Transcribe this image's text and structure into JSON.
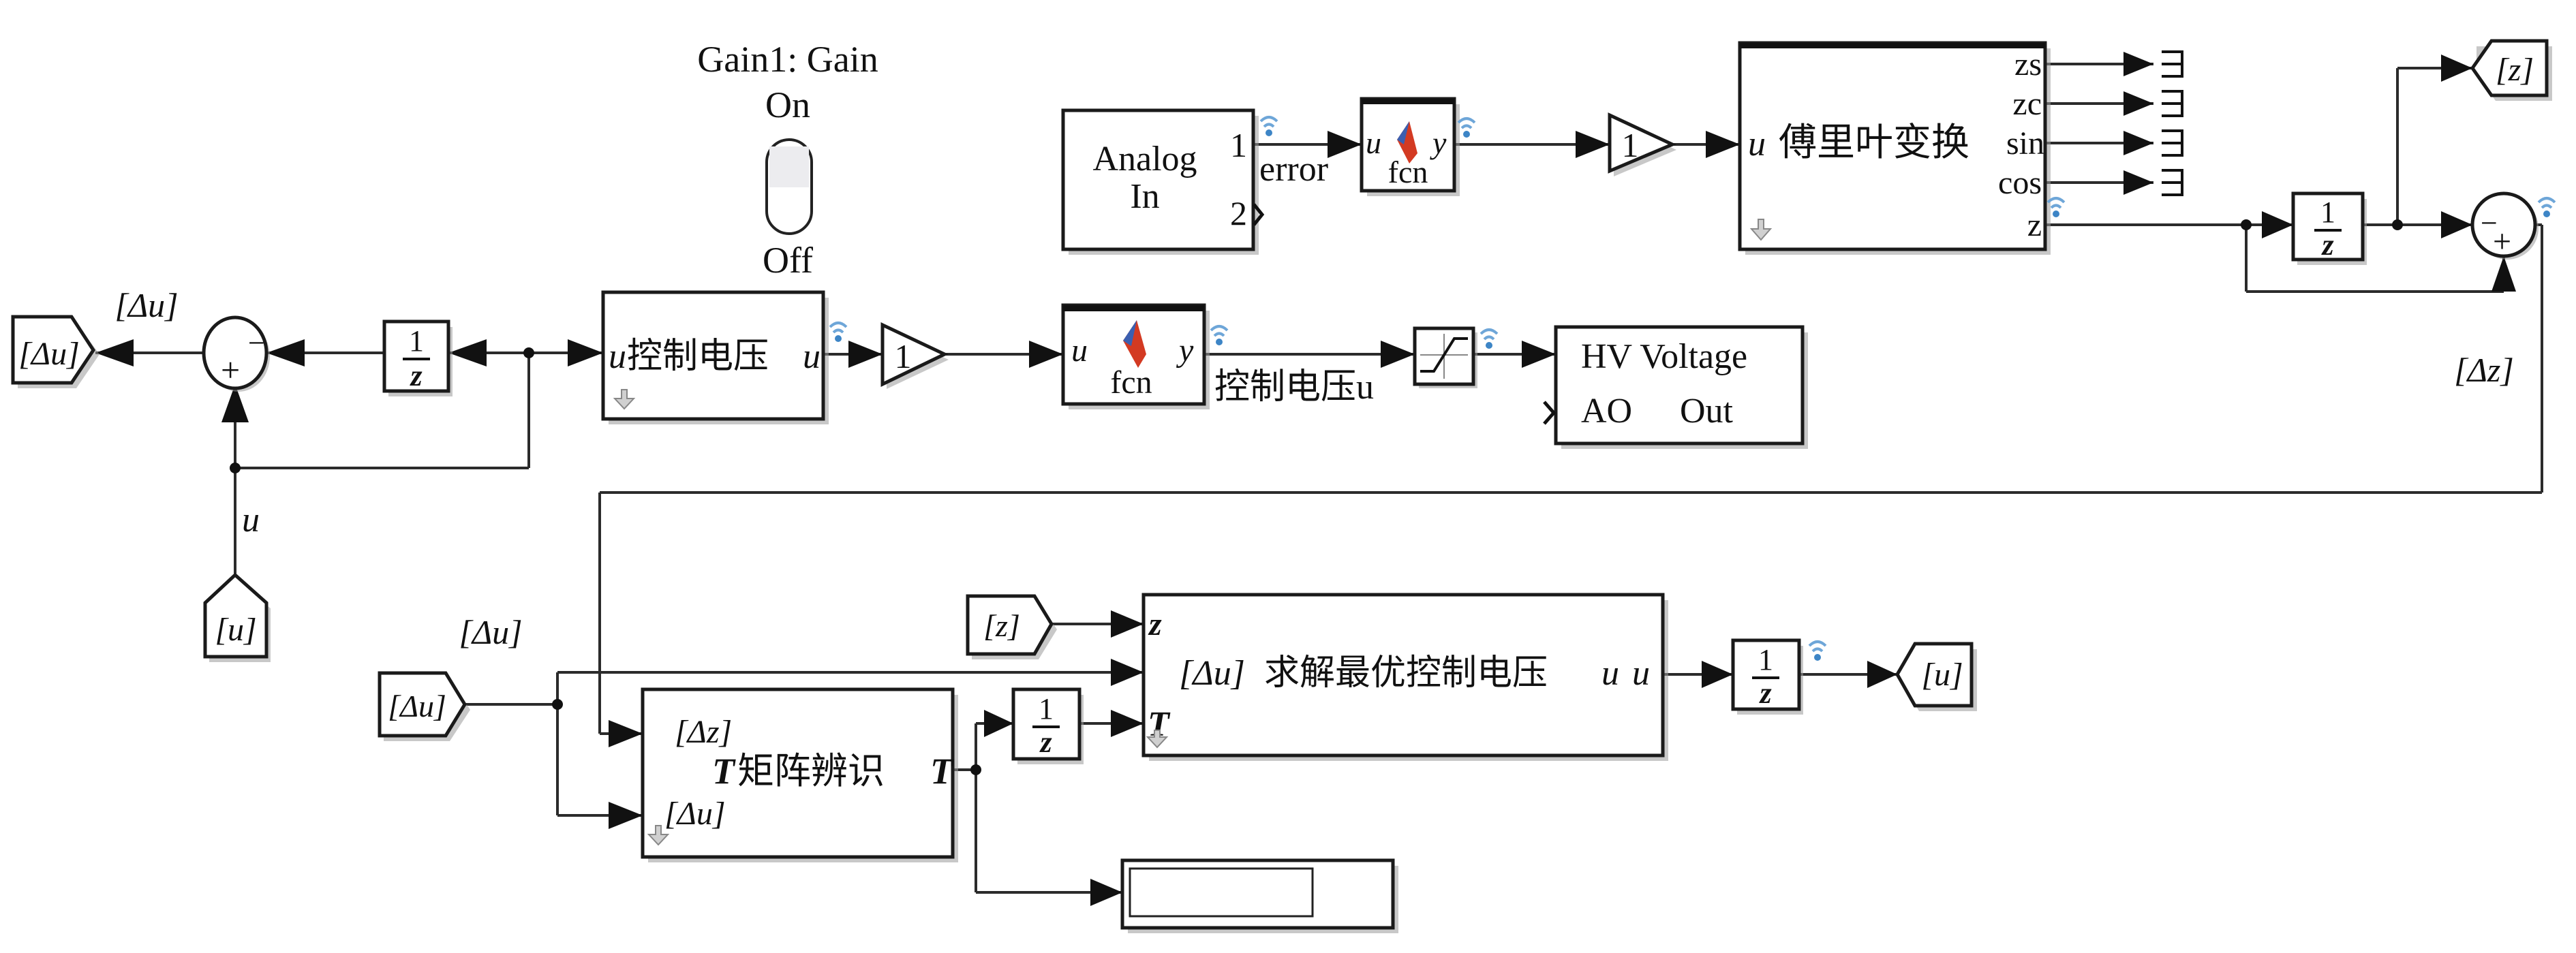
{
  "toggle": {
    "title": "Gain1: Gain",
    "on_label": "On",
    "off_label": "Off",
    "state": "Off"
  },
  "top_row": {
    "analog_in": {
      "line1": "Analog",
      "line2": "In",
      "port1": "1",
      "port2": "2"
    },
    "error_label": "error",
    "fcn1": {
      "in": "u",
      "out": "y",
      "name": "fcn"
    },
    "gain_top": "1",
    "fourier": {
      "input": "u",
      "title": "傅里叶变换",
      "outputs": [
        "zs",
        "zc",
        "sin",
        "cos",
        "z"
      ]
    },
    "delay_right": {
      "num": "1",
      "den": "z"
    },
    "sum_right": {
      "minus": "−",
      "plus": "+"
    },
    "goto_z": "[z]",
    "delta_z_label": "[Δz]"
  },
  "mid_row": {
    "goto_delta_u": "[Δu]",
    "goto_delta_u_label": "[Δu]",
    "sum_left": {
      "minus": "−",
      "plus": "+"
    },
    "delay_left": {
      "num": "1",
      "den": "z"
    },
    "control_subsystem": {
      "input": "u",
      "title": "控制电压",
      "output": "u"
    },
    "gain_mid": "1",
    "fcn2": {
      "in": "u",
      "out": "y",
      "name": "fcn"
    },
    "signal_label": "控制电压u",
    "hv_block": {
      "line1": "HV Voltage",
      "port": "AO",
      "label": "Out"
    },
    "u_signal_label": "u",
    "from_u": "[u]"
  },
  "bottom_row": {
    "from_delta_u_label": "[Δu]",
    "from_delta_u": "[Δu]",
    "from_z": "[z]",
    "t_matrix": {
      "in1": "[Δz]",
      "in2": "[Δu]",
      "title_T": "T",
      "title": "矩阵辨识",
      "out": "T"
    },
    "delay_t": {
      "num": "1",
      "den": "z"
    },
    "optimal": {
      "in_z": "z",
      "in_du": "[Δu]",
      "title": "求解最优控制电压",
      "in_u": "u",
      "out": "u",
      "in_T": "T"
    },
    "delay_out": {
      "num": "1",
      "den": "z"
    },
    "goto_u": "[u]",
    "display_value": ""
  }
}
